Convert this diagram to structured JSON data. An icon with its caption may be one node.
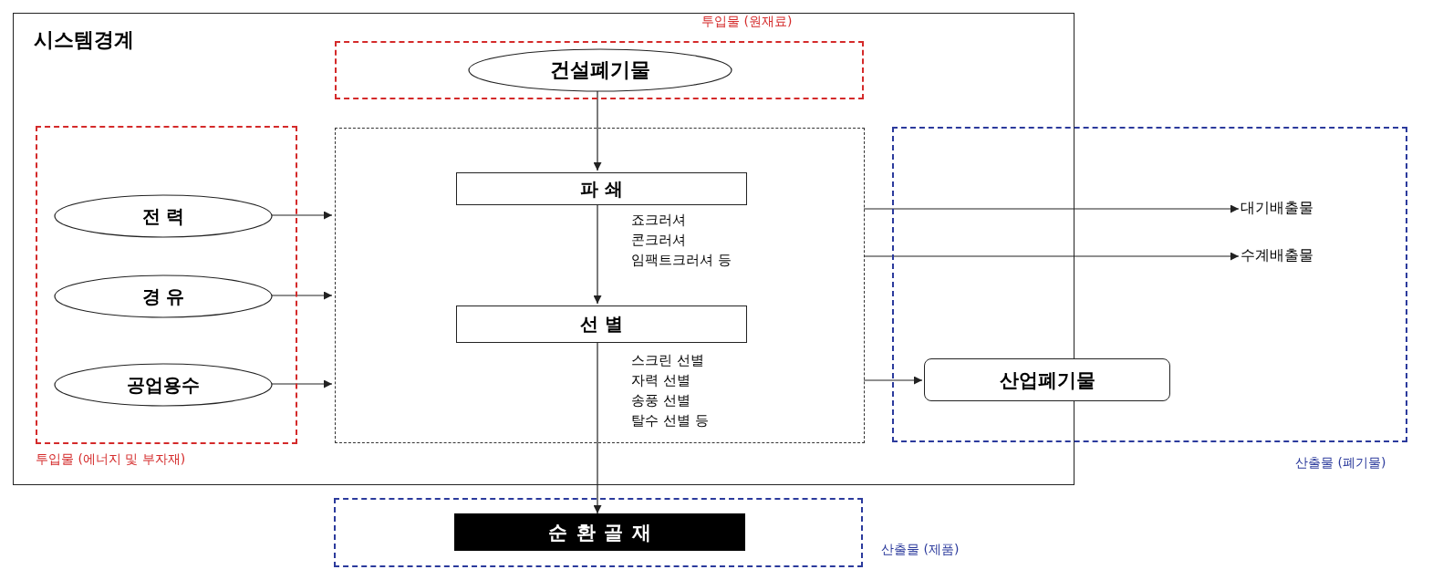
{
  "diagram": {
    "nodes": [
      {
        "text": [
          "시스템경계"
        ]
      },
      {
        "text": [
          "투입물 (원재료)"
        ],
        "in": 0
      },
      {
        "text": [
          "건설폐기물"
        ],
        "in": 1
      },
      {
        "text": [
          "투입물 (에너지 및 부자재)"
        ],
        "in": 0
      },
      {
        "text": [
          "전 력"
        ],
        "in": 3
      },
      {
        "text": [
          "경 유"
        ],
        "in": 3
      },
      {
        "text": [
          "공업용수"
        ],
        "in": 3
      },
      {
        "text": [],
        "shape": "box",
        "in": 0
      },
      {
        "text": [
          "파 쇄"
        ],
        "in": 7,
        "beside": [
          "죠크러셔 콘크러셔 임팩트크러셔 등"
        ]
      },
      {
        "text": [
          "선 별"
        ],
        "in": 7,
        "beside": [
          "스크린 선별 자력 선별 송풍 선별 탈수 선별 등"
        ]
      },
      {
        "text": [
          "산출물 (폐기물)"
        ]
      },
      {
        "text": [
          "산업폐기물"
        ],
        "in": 10
      },
      {
        "text": [
          "대기배출물"
        ],
        "in": 10
      },
      {
        "text": [
          "수계배출물"
        ],
        "in": 10
      },
      {
        "text": [
          "산출물 (제품)"
        ]
      },
      {
        "text": [
          "순환골재"
        ],
        "in": 14
      }
    ],
    "edges": [
      {
        "from": 2,
        "to": 8,
        "arrow": "to"
      },
      {
        "from": 4,
        "to": 7,
        "arrow": "to"
      },
      {
        "from": 5,
        "to": 7,
        "arrow": "to"
      },
      {
        "from": 6,
        "to": 7,
        "arrow": "to"
      },
      {
        "from": 8,
        "to": 9,
        "arrow": "to"
      },
      {
        "from": 9,
        "to": 15,
        "arrow": "to"
      },
      {
        "from": 7,
        "to": 12,
        "arrow": "to"
      },
      {
        "from": 7,
        "to": 13,
        "arrow": "to"
      },
      {
        "from": 7,
        "to": 11,
        "arrow": "to"
      }
    ]
  }
}
